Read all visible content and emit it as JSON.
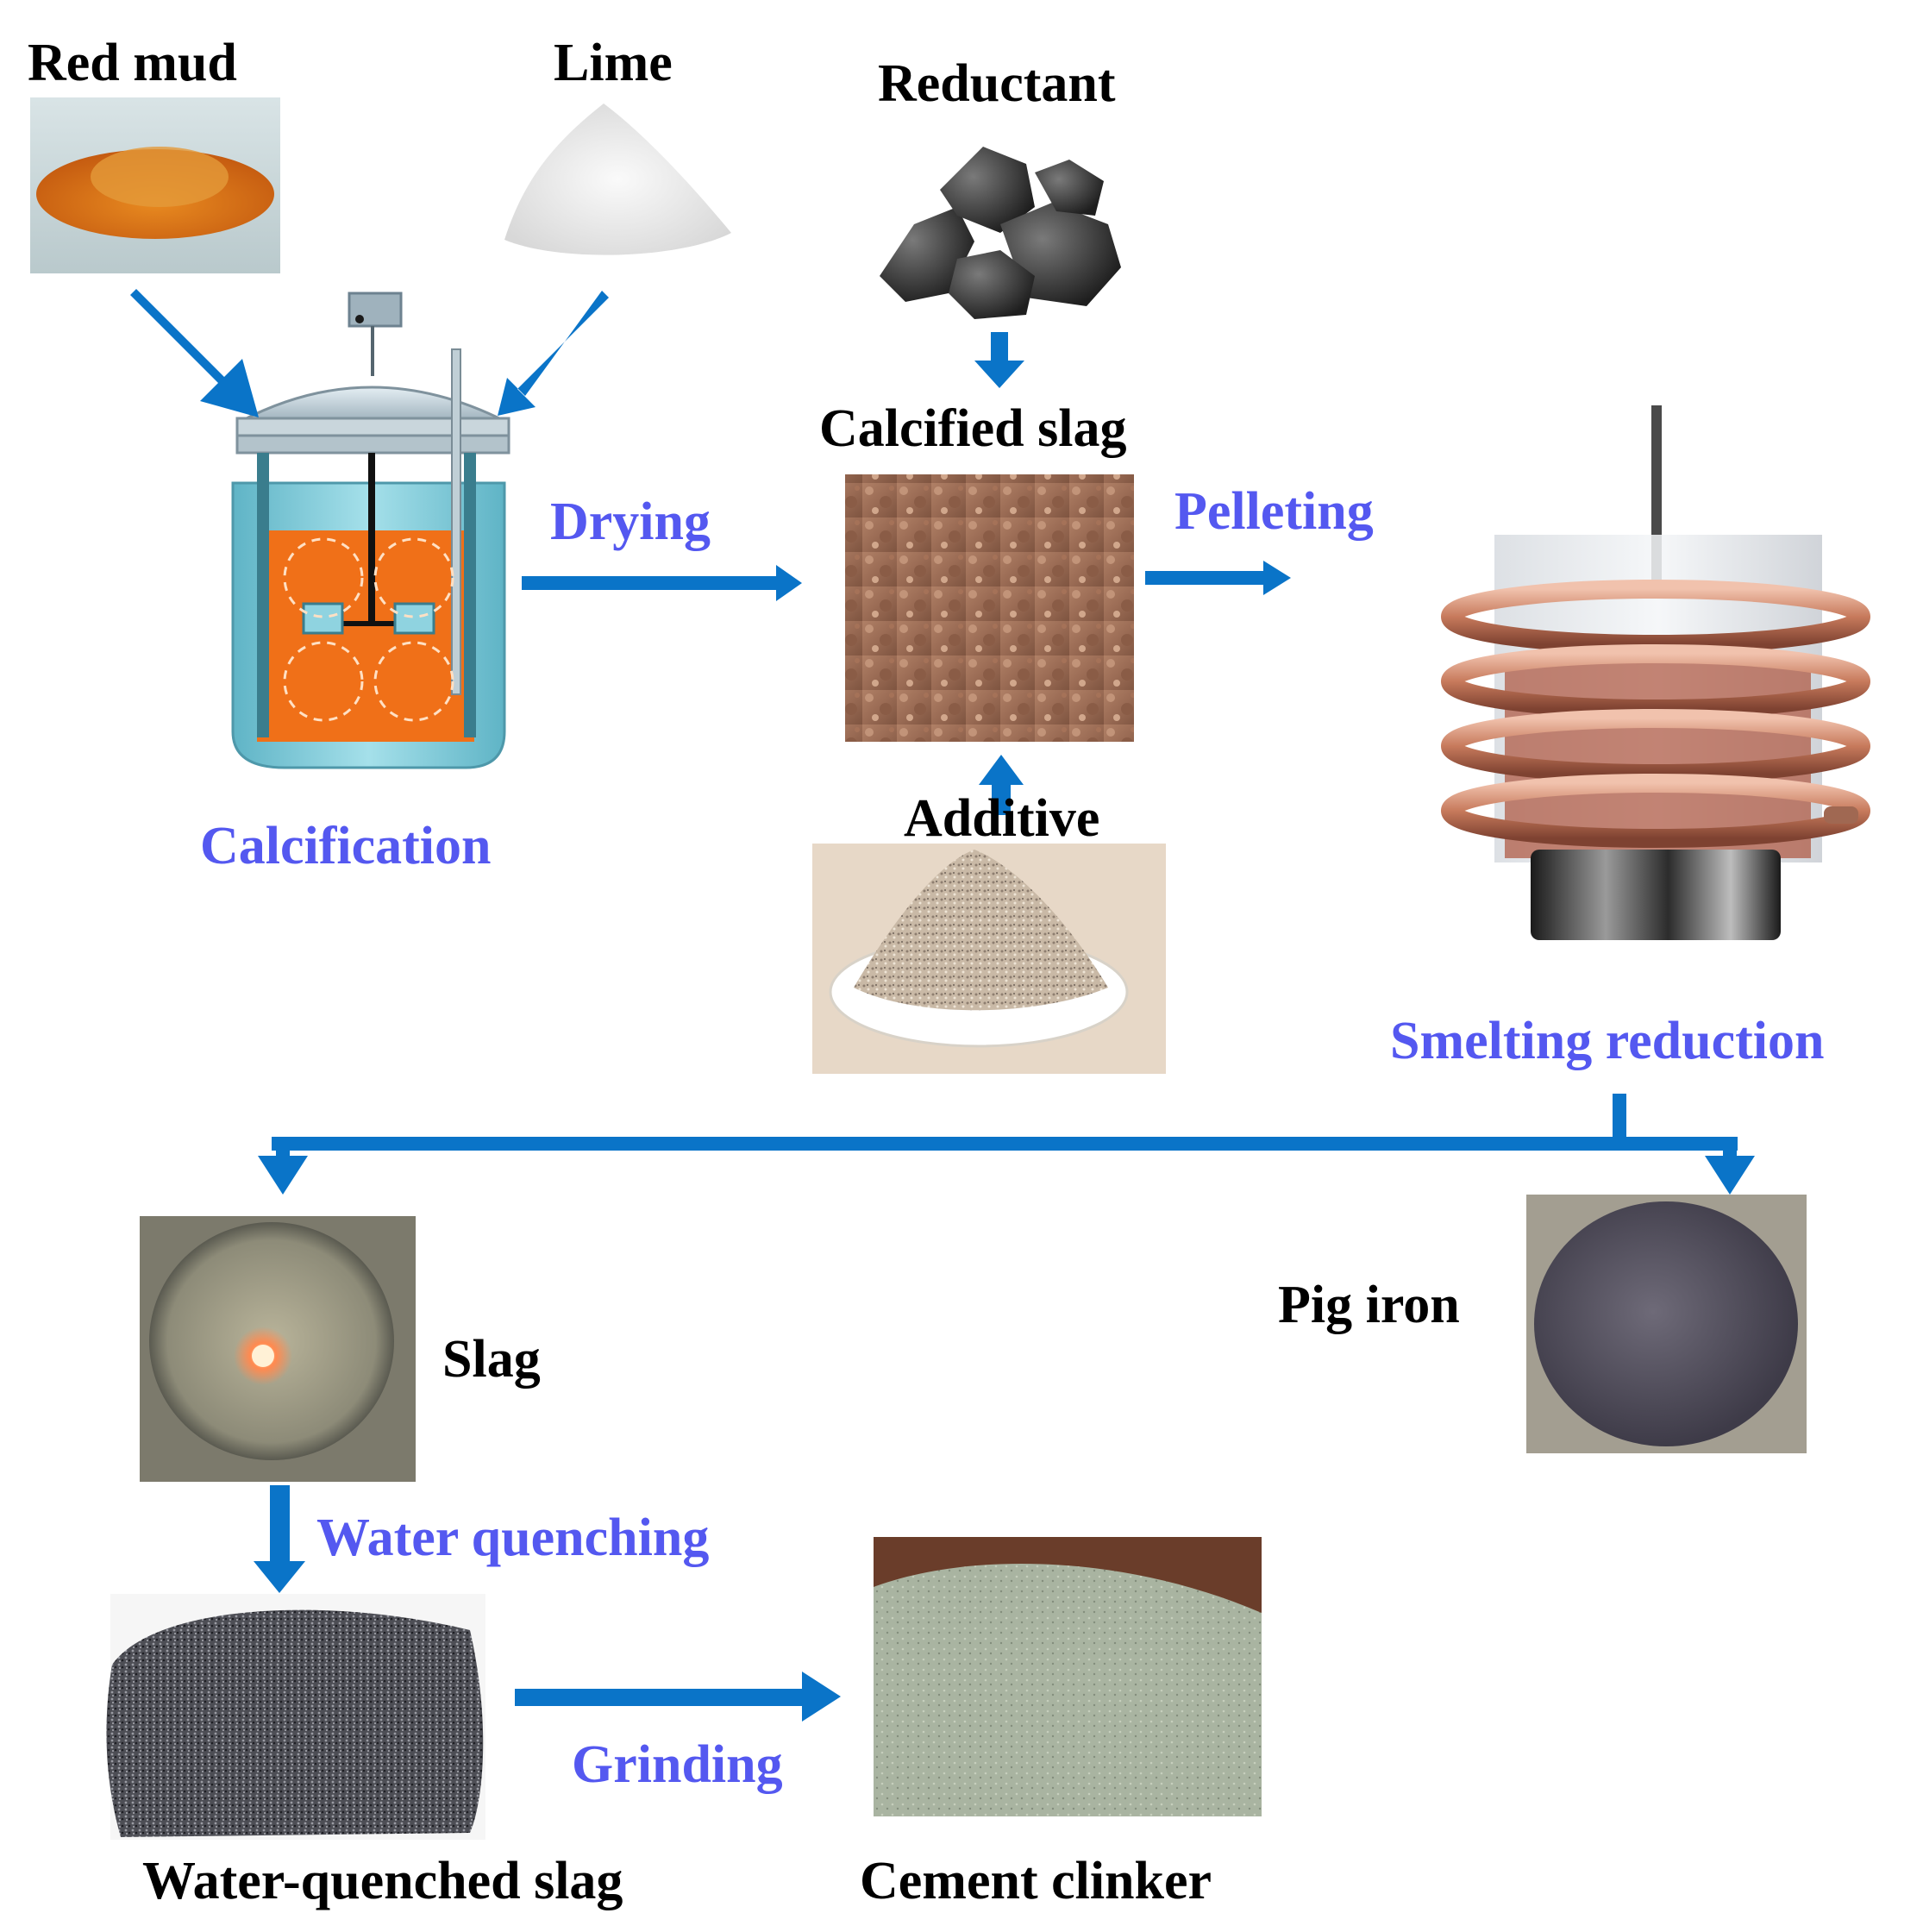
{
  "materials": {
    "red_mud": "Red mud",
    "lime": "Lime",
    "reductant": "Reductant",
    "calcified_slag": "Calcified slag",
    "additive": "Additive",
    "slag": "Slag",
    "pig_iron": "Pig iron",
    "water_quenched_slag": "Water-quenched slag",
    "cement_clinker": "Cement clinker"
  },
  "steps": {
    "calcification": "Calcification",
    "drying": "Drying",
    "pelleting": "Pelleting",
    "smelting_reduction": "Smelting reduction",
    "water_quenching": "Water quenching",
    "grinding": "Grinding"
  },
  "colors": {
    "arrow": "#0a74c8",
    "step_text": "#5458f0",
    "material_text": "#000000",
    "slurry": "#f07018",
    "vessel": "#8fd3e0"
  }
}
